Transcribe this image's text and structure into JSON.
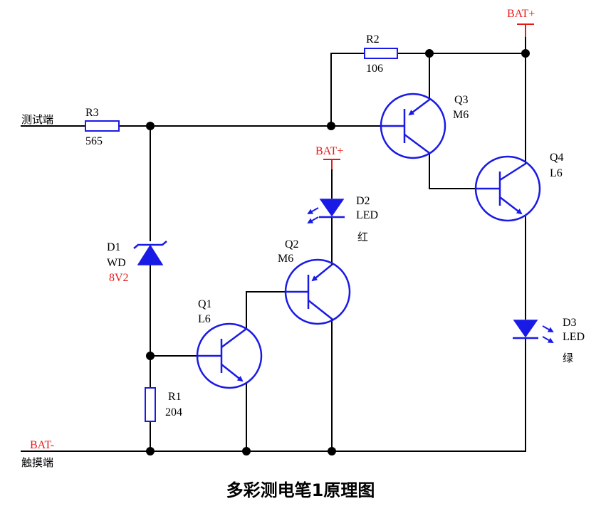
{
  "title": "多彩测电笔1原理图",
  "terminals": {
    "test": "测试端",
    "touch": "触摸端",
    "bat_minus": "BAT-",
    "bat_plus_top": "BAT+",
    "bat_plus_d2": "BAT+"
  },
  "components": {
    "r1": {
      "ref": "R1",
      "value": "204"
    },
    "r2": {
      "ref": "R2",
      "value": "106"
    },
    "r3": {
      "ref": "R3",
      "value": "565"
    },
    "d1": {
      "ref": "D1",
      "type": "WD",
      "value": "8V2"
    },
    "d2": {
      "ref": "D2",
      "type": "LED",
      "color": "红"
    },
    "d3": {
      "ref": "D3",
      "type": "LED",
      "color": "绿"
    },
    "q1": {
      "ref": "Q1",
      "type": "L6"
    },
    "q2": {
      "ref": "Q2",
      "type": "M6"
    },
    "q3": {
      "ref": "Q3",
      "type": "M6"
    },
    "q4": {
      "ref": "Q4",
      "type": "L6"
    }
  },
  "colors": {
    "wire": "#000000",
    "component": "#1a1ae6",
    "power_label": "#e61919"
  }
}
